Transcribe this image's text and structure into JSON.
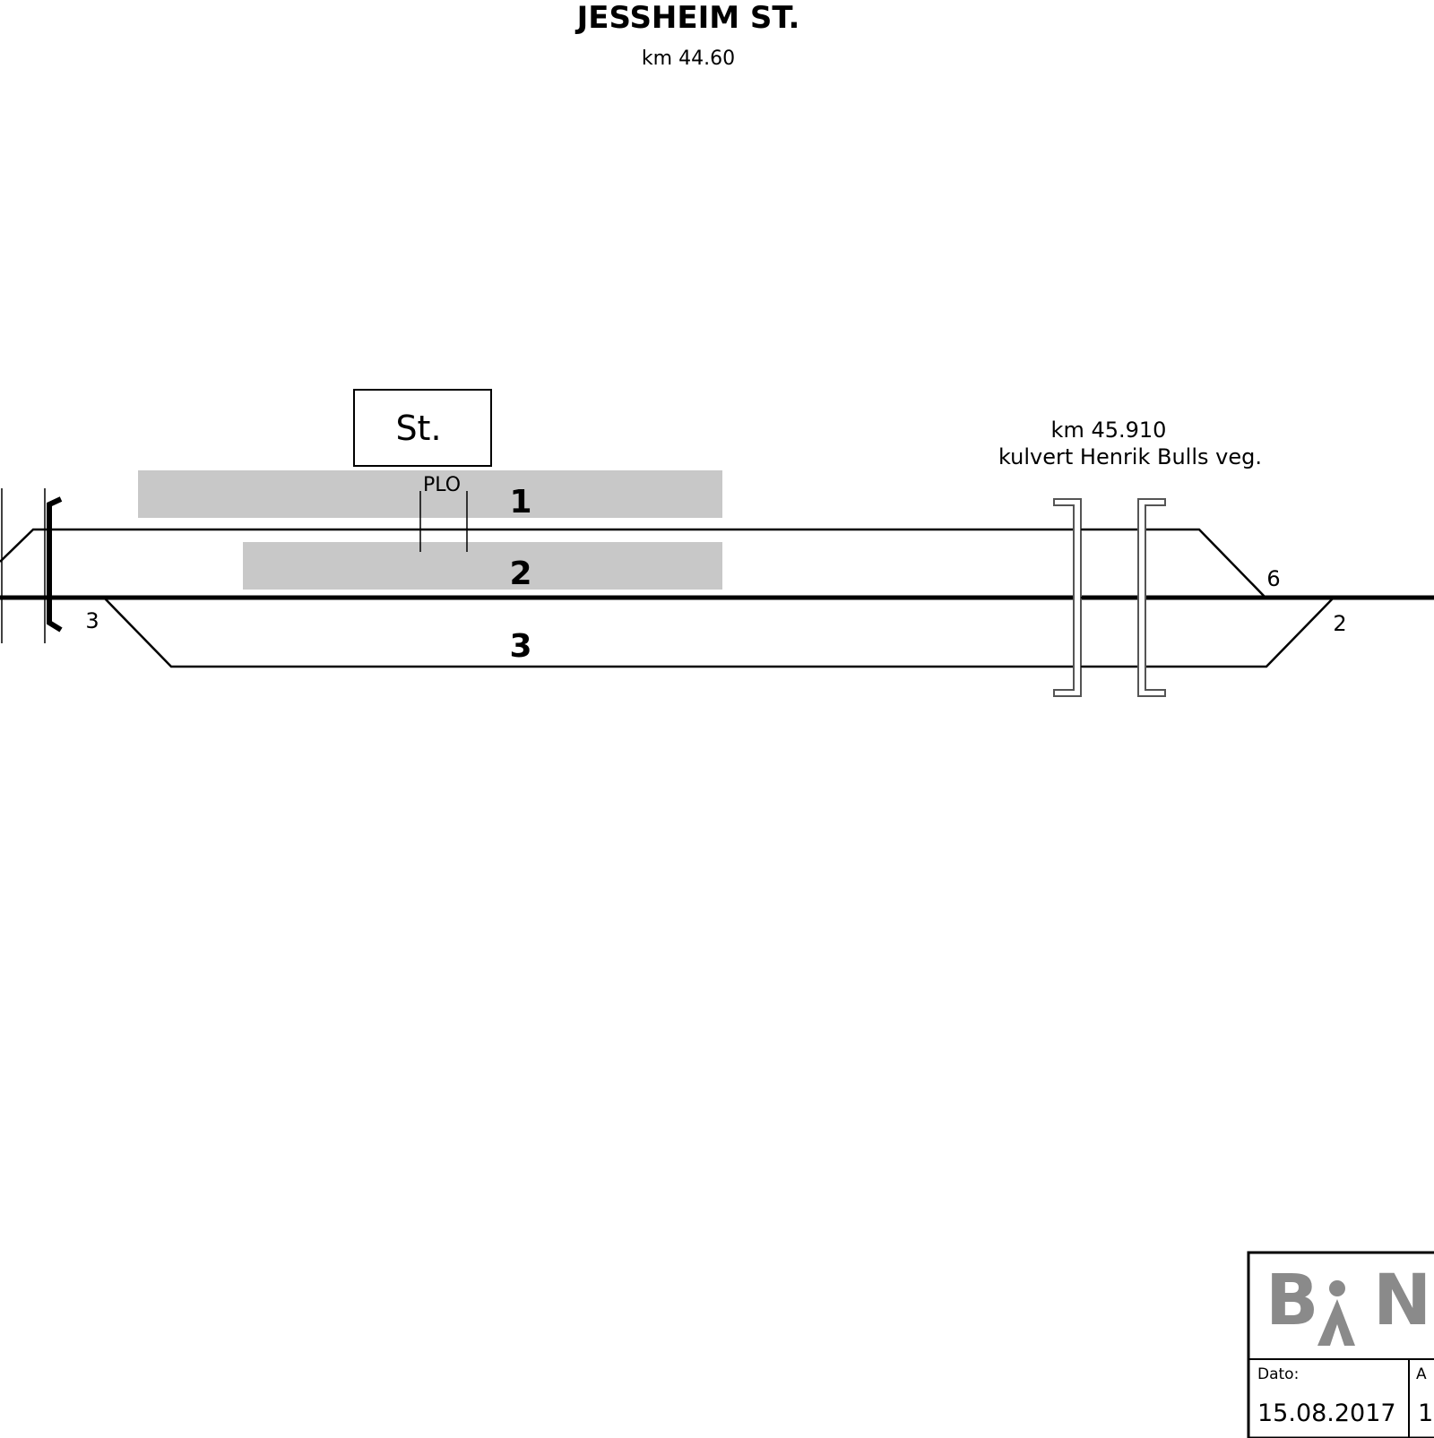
{
  "header": {
    "title": "JESSHEIM ST.",
    "km": "km 44.60"
  },
  "station_box": {
    "label": "St."
  },
  "platform_marker": {
    "label": "PLO"
  },
  "tracks": [
    {
      "number": "1"
    },
    {
      "number": "2"
    },
    {
      "number": "3"
    }
  ],
  "switch_labels": {
    "left": "3",
    "right_upper": "6",
    "right_lower": "2"
  },
  "culvert": {
    "km": "km 45.910",
    "name": "kulvert Henrik Bulls veg."
  },
  "title_block": {
    "logo": "BAN",
    "date_label": "Dato:",
    "date_value": "15.08.2017",
    "second_label": "A",
    "second_value": "1"
  },
  "colors": {
    "platform_fill": "#c8c8c8",
    "line": "#000000",
    "logo_gray": "#8a8a8a",
    "culvert_gray": "#555555"
  }
}
